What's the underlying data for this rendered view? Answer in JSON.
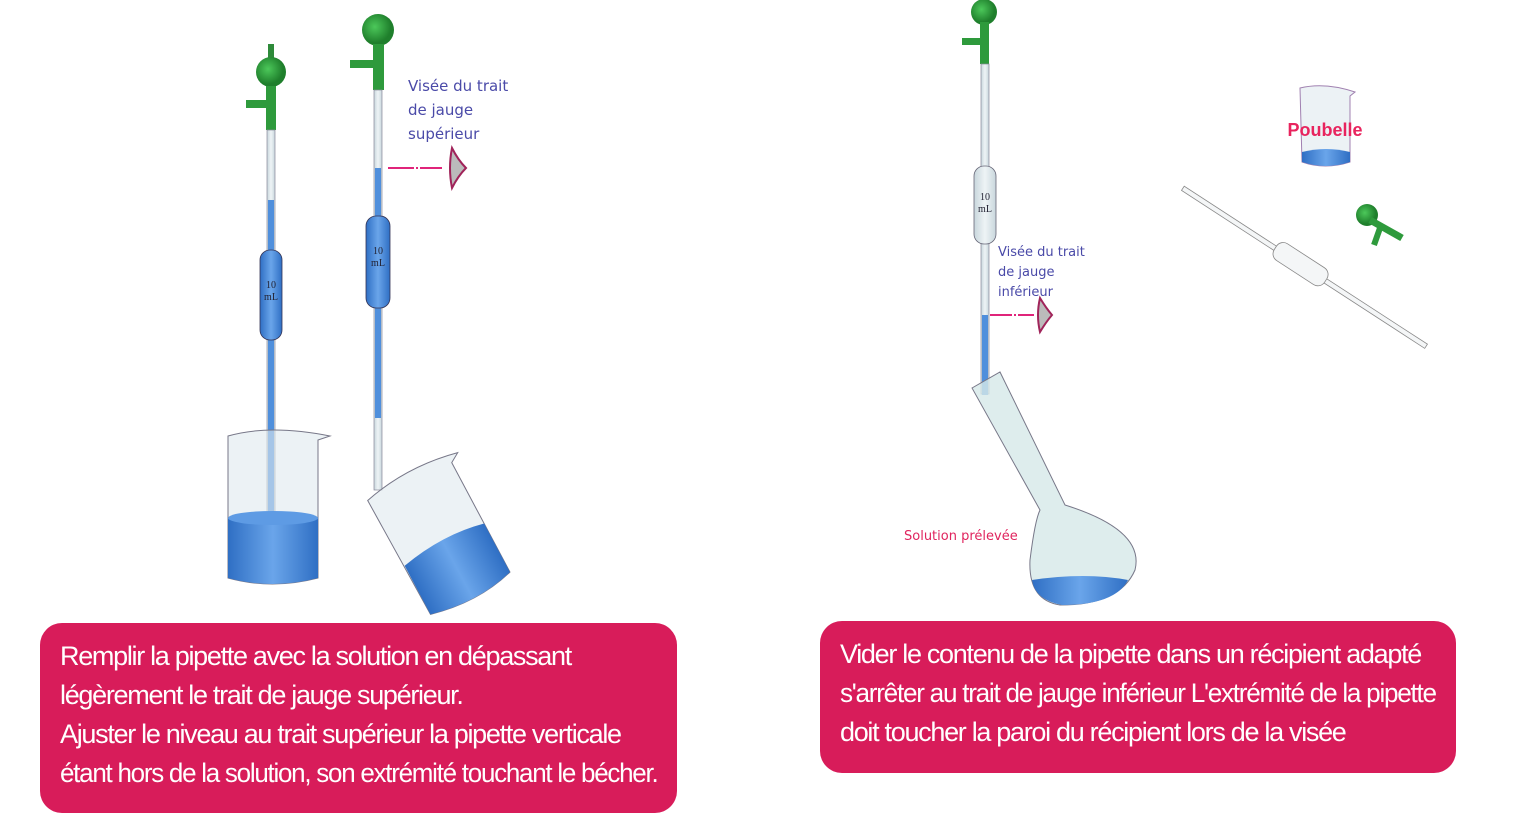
{
  "step1": {
    "sight_label": "Visée du trait\nde jauge\nsupérieur",
    "pipette_volume": "10 mL",
    "caption_lines": [
      "Remplir la pipette avec la solution en dépassant",
      "légèrement le trait de jauge supérieur.",
      "Ajuster le niveau au trait supérieur la pipette verticale",
      "étant hors de la solution, son extrémité touchant le bécher."
    ]
  },
  "step2": {
    "sight_label": "Visée du trait\nde jauge\ninférieur",
    "pipette_volume": "10 mL",
    "flask_label": "Solution prélevée",
    "waste_label": "Poubelle",
    "caption_lines": [
      "Vider le contenu de la pipette dans un récipient adapté",
      "s'arrêter au trait de jauge inférieur L'extrémité de la pipette",
      "doit toucher la paroi du récipient lors de la visée"
    ]
  },
  "colors": {
    "caption_bg": "#d81c5a",
    "liquid": "#3f7fd0",
    "bulb": "#2e9a3c",
    "sight_line": "#e0247a"
  }
}
